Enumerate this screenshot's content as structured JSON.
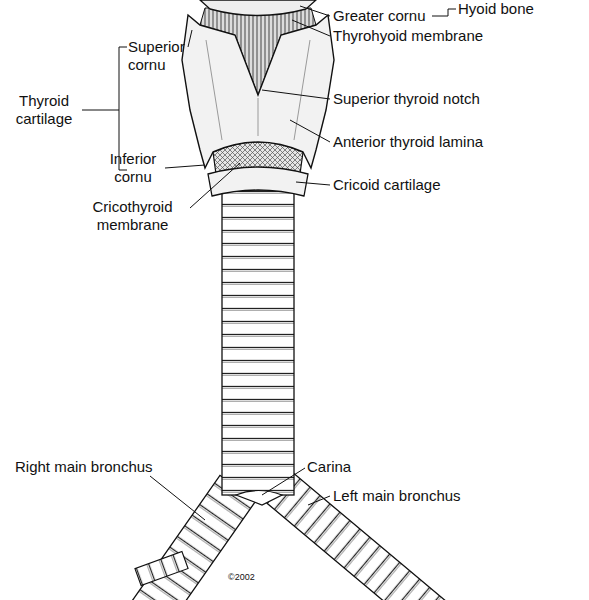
{
  "diagram": {
    "labels": [
      "Hyoid bone",
      "Greater cornu",
      "Thyrohyoid membrane",
      "Superior cornu",
      "Thyroid cartilage",
      "Superior thyroid notch",
      "Anterior thyroid lamina",
      "Inferior cornu",
      "Cricoid cartilage",
      "Cricothyroid membrane",
      "Right main bronchus",
      "Carina",
      "Left main bronchus",
      "©2002"
    ]
  }
}
